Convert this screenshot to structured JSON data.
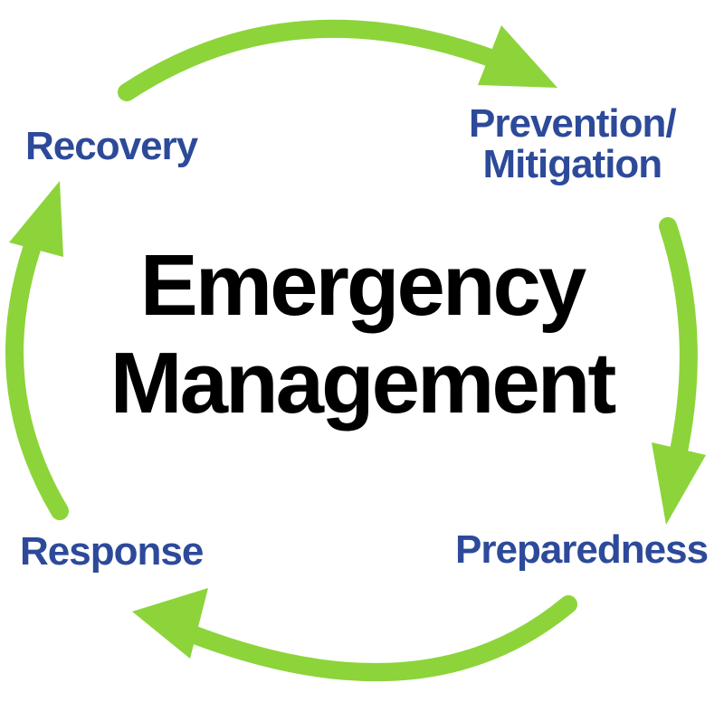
{
  "title": {
    "line1": "Emergency",
    "line2": "Management"
  },
  "phases": {
    "recovery": "Recovery",
    "prevention_line1": "Prevention/",
    "prevention_line2": "Mitigation",
    "preparedness": "Preparedness",
    "response": "Response"
  },
  "colors": {
    "arrow": "#8cd43a",
    "label": "#2d4a9a",
    "title": "#000000"
  }
}
